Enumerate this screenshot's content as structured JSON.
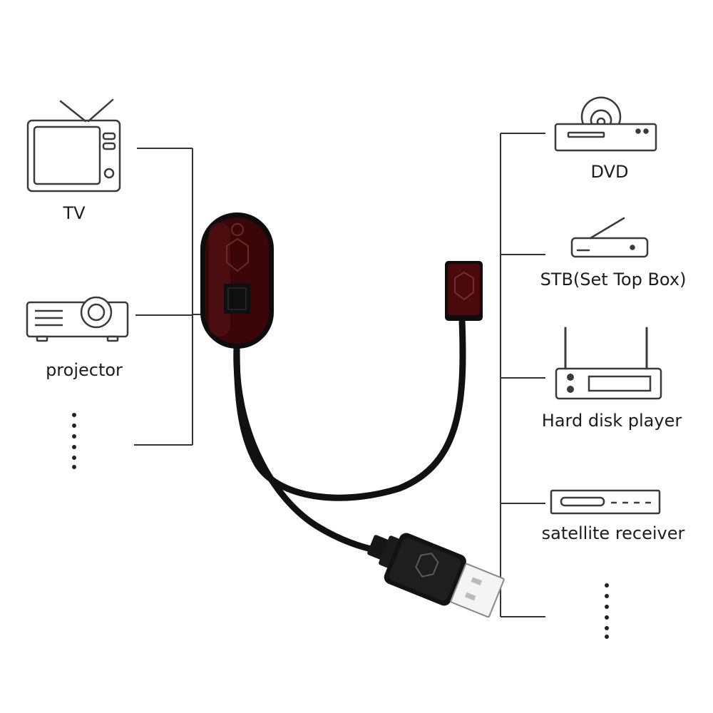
{
  "left_devices": [
    {
      "label": "TV",
      "icon": "tv-icon"
    },
    {
      "label": "projector",
      "icon": "projector-icon"
    }
  ],
  "right_devices": [
    {
      "label": "DVD",
      "icon": "dvd-player-icon"
    },
    {
      "label": "STB(Set Top Box)",
      "icon": "set-top-box-icon"
    },
    {
      "label": "Hard disk player",
      "icon": "hard-disk-player-icon"
    },
    {
      "label": "satellite receiver",
      "icon": "satellite-receiver-icon"
    }
  ],
  "colors": {
    "line": "#333333",
    "icon_stroke": "#3a3a3a",
    "cable": "#111111",
    "receiver_body": "#3a0608",
    "emitter_body": "#4a0a0c"
  }
}
